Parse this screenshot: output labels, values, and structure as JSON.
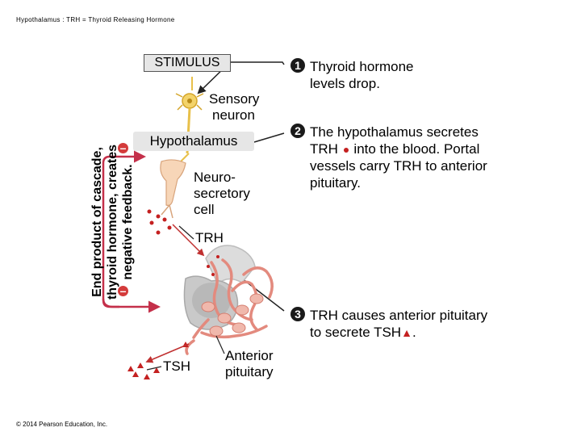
{
  "header": {
    "title": "Hypothalamus : TRH = Thyroid Releasing Hormone"
  },
  "labels": {
    "stimulus": "STIMULUS",
    "sensory_neuron": [
      "Sensory",
      "neuron"
    ],
    "hypothalamus": "Hypothalamus",
    "neurosecretory_cell": [
      "Neuro-",
      "secretory",
      "cell"
    ],
    "trh": "TRH",
    "tsh": "TSH",
    "anterior_pituitary": [
      "Anterior",
      "pituitary"
    ]
  },
  "feedback": {
    "lines": [
      "End product of cascade,",
      "thyroid hormone, creates",
      "negative feedback."
    ],
    "markers": [
      "–",
      "–"
    ]
  },
  "steps": [
    {
      "number": "1",
      "lines": [
        "Thyroid hormone",
        "levels drop."
      ]
    },
    {
      "number": "2",
      "lines_pre": "The hypothalamus secretes",
      "line2_a": "TRH",
      "line2_b": "into the blood. Portal",
      "lines_post": [
        "vessels carry TRH to anterior",
        "pituitary."
      ]
    },
    {
      "number": "3",
      "line1": "TRH causes anterior pituitary",
      "line2_a": "to secrete TSH",
      "line2_b": "."
    }
  ],
  "colors": {
    "hormone": "#c42020",
    "pituitary_gray": "#b8b8b8",
    "vessel": "#e38a7e",
    "feedback_arrow": "#c4304a"
  },
  "footer": {
    "copyright": "© 2014 Pearson Education, Inc."
  }
}
